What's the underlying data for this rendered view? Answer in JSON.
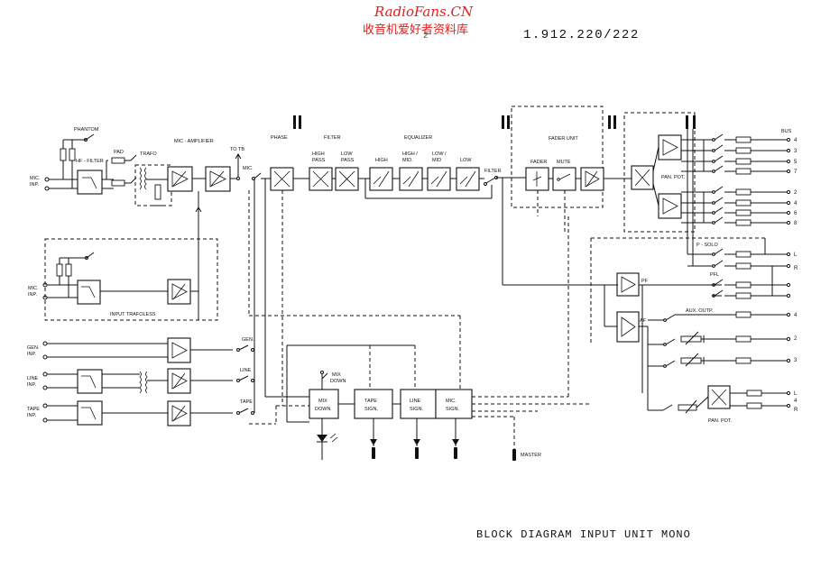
{
  "header": {
    "watermark": "RadioFans.CN",
    "watermark_cn": "收音机爱好者资料库",
    "page_number": "2",
    "document_number": "1.912.220/222"
  },
  "caption": "BLOCK DIAGRAM INPUT UNIT MONO",
  "labels": {
    "phantom": "PHANTOM",
    "hf_filter": "HF - FILTER",
    "pad": "PAD",
    "trafo": "TRAFO",
    "mic_amplifier": "MIC - AMPLIFIER",
    "to_tb": "TO TB",
    "mic_sw": "MIC.",
    "phase": "PHASE",
    "filter": "FILTER",
    "equalizer": "EQUALIZER",
    "high_pass": [
      "HIGH",
      "PASS"
    ],
    "low_pass": [
      "LOW",
      "PASS"
    ],
    "high": "HIGH",
    "high_mid": [
      "HIGH /",
      "MID."
    ],
    "low_mid": [
      "LOW /",
      "MID"
    ],
    "low": "LOW",
    "filter_out": "FILTER",
    "fader_unit": "FADER UNIT",
    "fader": "FADER",
    "mute": "MUTE",
    "pan_pot_top": "PAN. POT.",
    "bus": "BUS",
    "p_solo": "P - SOLO",
    "pfl": "PFL",
    "pf": "PF",
    "af": "AF",
    "aux_outp": "AUX. OUTP.",
    "pan_pot_bottom": "PAN. POT.",
    "mic_inp": [
      "MIC.",
      "INP."
    ],
    "mic_inp2": [
      "MIC.",
      "INP."
    ],
    "input_trafoless": "INPUT TRAFOLESS",
    "gen_inp": [
      "GEN.",
      "INP."
    ],
    "line_inp": [
      "LINE",
      "INP."
    ],
    "tape_inp": [
      "TAPE",
      "INP."
    ],
    "gen_sw": "GEN.",
    "line_sw": "LINE",
    "tape_sw": "TAPE",
    "mix_down_sw": [
      "MIX",
      "DOWN"
    ],
    "mix_down_box": [
      "MIX",
      "DOWN"
    ],
    "tape_sign": [
      "TAPE",
      "SIGN."
    ],
    "line_sign": [
      "LINE",
      "SIGN."
    ],
    "mic_sign": [
      "MIC.",
      "SIGN."
    ],
    "master": "MASTER",
    "bus_outputs": [
      "4",
      "3",
      "5",
      "7",
      "2",
      "4",
      "6",
      "8"
    ],
    "lr_outputs": [
      "L",
      "R"
    ],
    "aux_numbers": [
      "4",
      "2",
      "3"
    ],
    "pan_outputs": [
      "L",
      "4",
      "R"
    ]
  }
}
